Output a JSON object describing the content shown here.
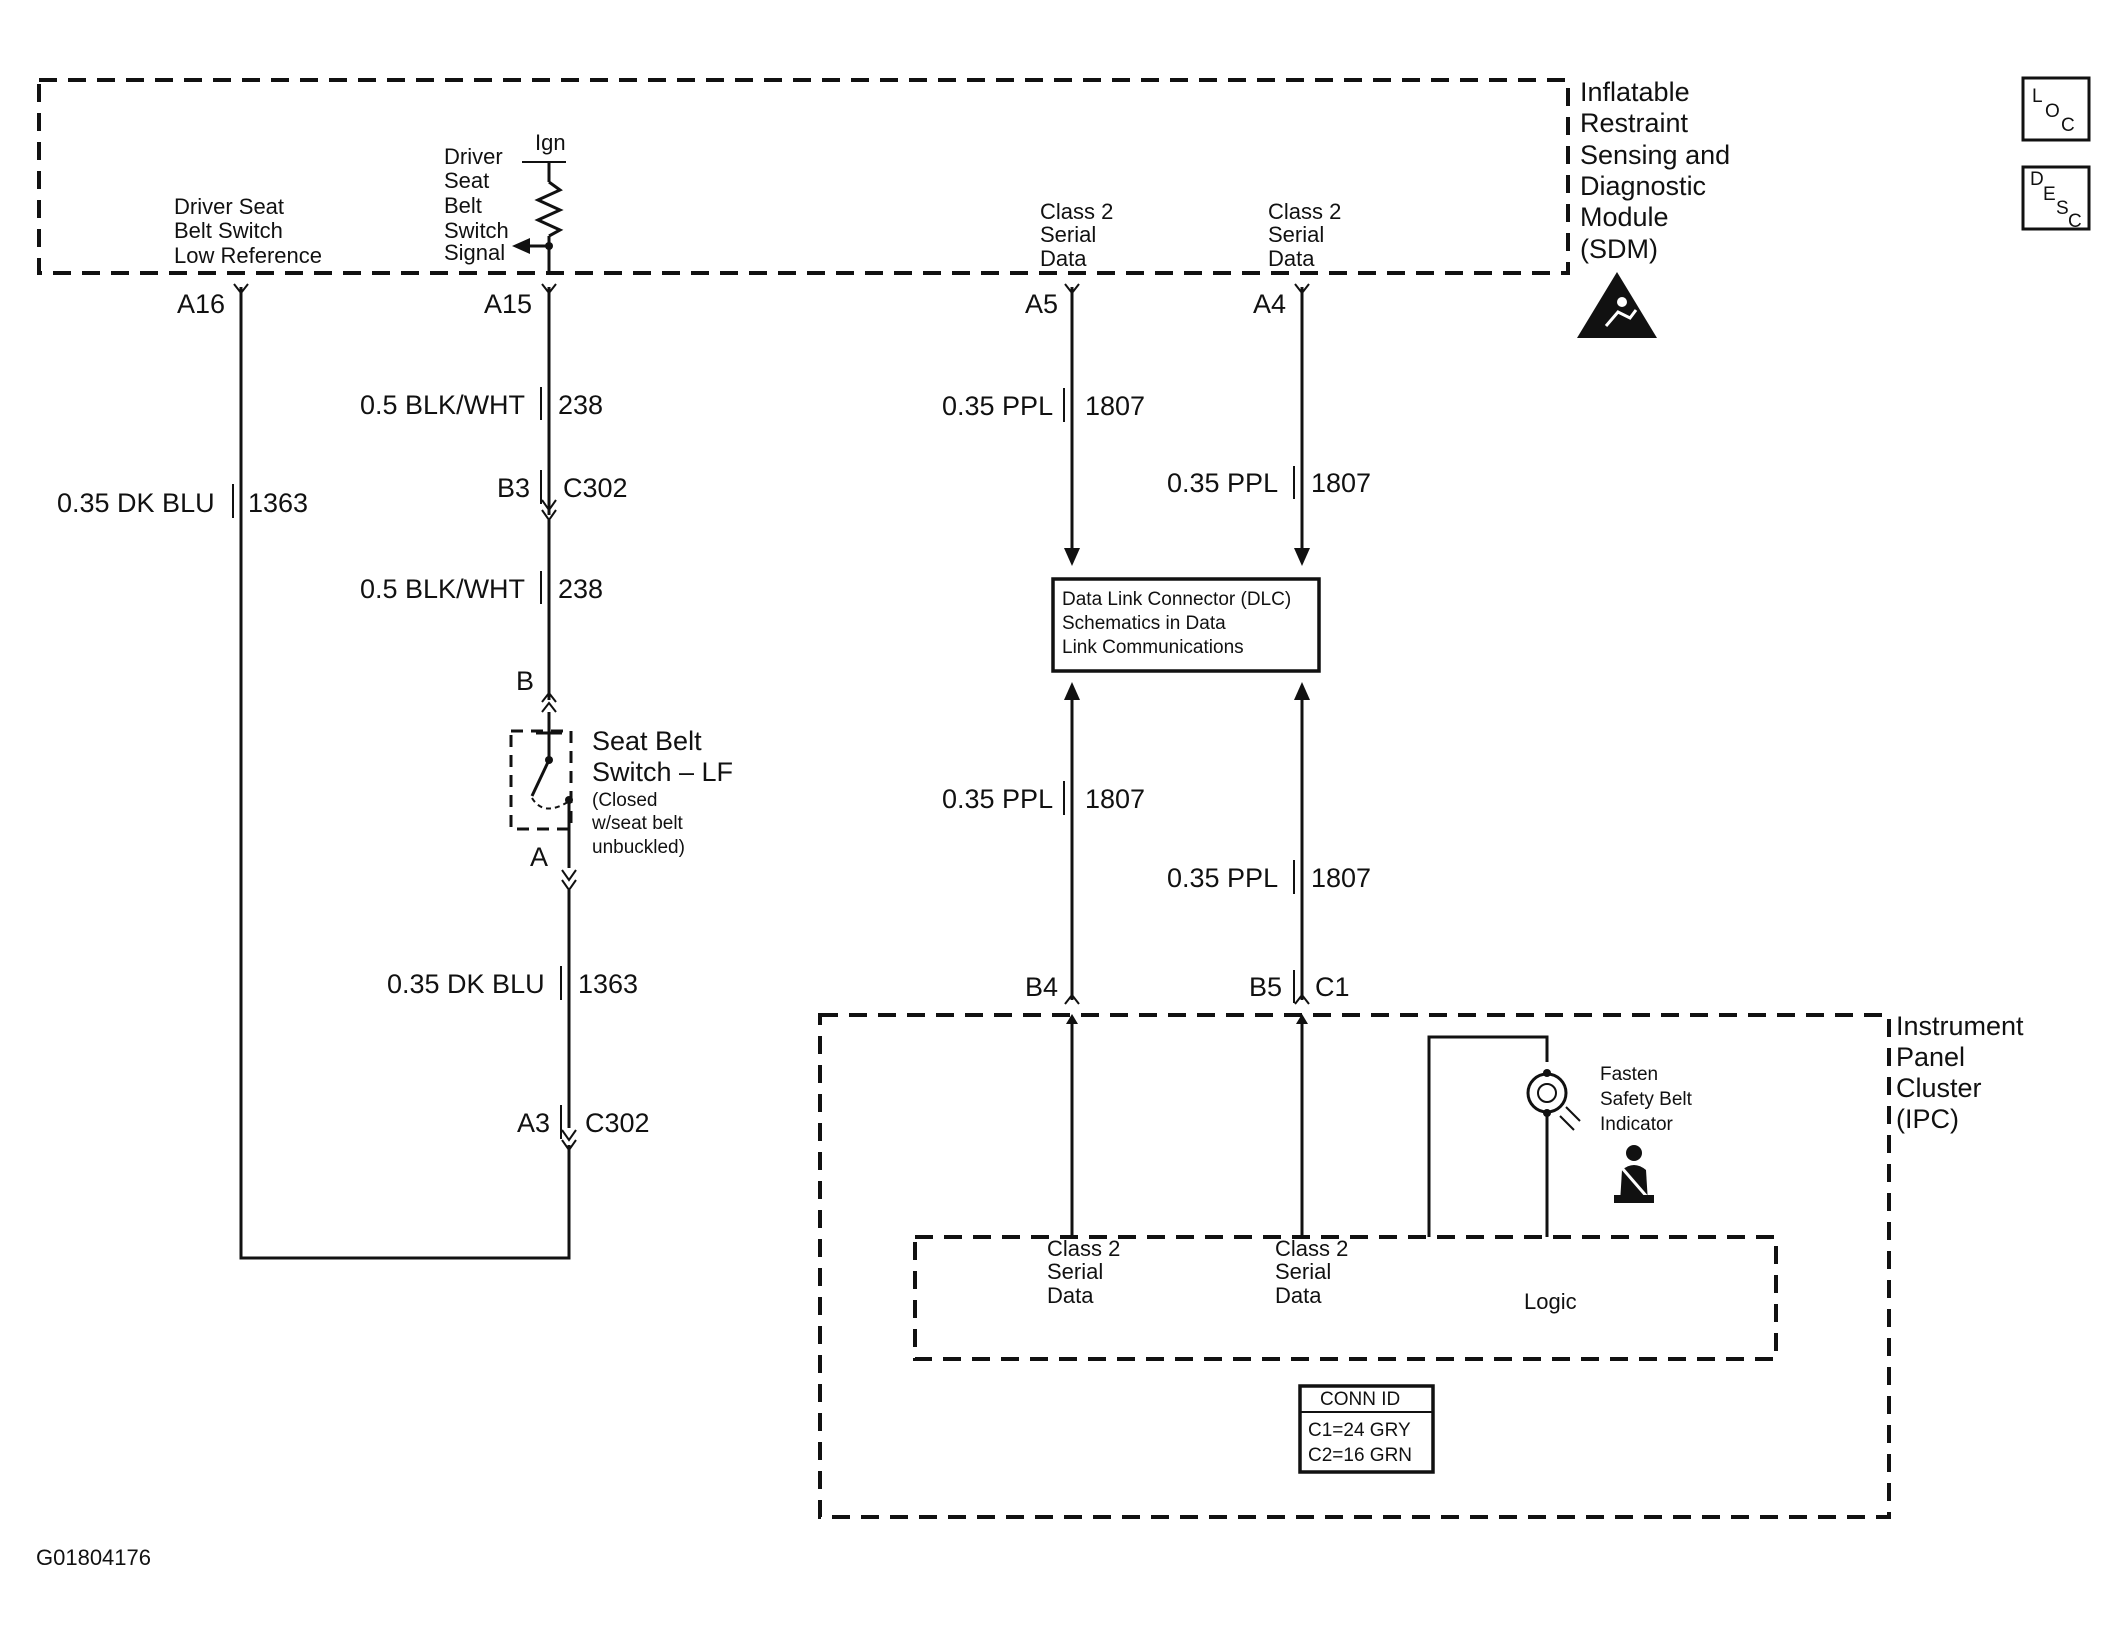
{
  "sdm": {
    "title_lines": [
      "Inflatable",
      "Restraint",
      "Sensing and",
      "Diagnostic",
      "Module",
      "(SDM)"
    ],
    "pin_low_ref": [
      "Driver Seat",
      "Belt Switch",
      "Low Reference"
    ],
    "pin_signal": [
      "Driver",
      "Seat",
      "Belt",
      "Switch",
      "Signal"
    ],
    "ign": "Ign",
    "pin_a5": [
      "Class 2",
      "Serial",
      "Data"
    ],
    "pin_a4": [
      "Class 2",
      "Serial",
      "Data"
    ]
  },
  "symbols": {
    "loc": [
      "L",
      "O",
      "C"
    ],
    "desc": [
      "D",
      "E",
      "S",
      "C"
    ]
  },
  "terminals": {
    "a16": "A16",
    "a15": "A15",
    "a5": "A5",
    "a4": "A4",
    "b3": "B3",
    "c302_top": "C302",
    "b": "B",
    "a": "A",
    "a3": "A3",
    "c302_bottom": "C302",
    "b4": "B4",
    "b5": "B5",
    "c1": "C1"
  },
  "wires": {
    "w_a16_color": "0.35 DK BLU",
    "w_a16_circuit": "1363",
    "w_a15_color": "0.5 BLK/WHT",
    "w_a15_circuit": "238",
    "w_b3_color": "0.5 BLK/WHT",
    "w_b3_circuit": "238",
    "w_a5_color": "0.35 PPL",
    "w_a5_circuit": "1807",
    "w_a4_color": "0.35 PPL",
    "w_a4_circuit": "1807",
    "w_b4_color": "0.35 PPL",
    "w_b4_circuit": "1807",
    "w_b5_color": "0.35 PPL",
    "w_b5_circuit": "1807",
    "w_a_color": "0.35 DK BLU",
    "w_a_circuit": "1363"
  },
  "switch": {
    "title_lines": [
      "Seat Belt",
      "Switch – LF"
    ],
    "note_lines": [
      "(Closed",
      "w/seat belt",
      "unbuckled)"
    ]
  },
  "dlc": {
    "lines": [
      "Data Link Connector (DLC)",
      "Schematics in Data",
      "Link Communications"
    ]
  },
  "ipc": {
    "title_lines": [
      "Instrument",
      "Panel",
      "Cluster",
      "(IPC)"
    ],
    "indicator_lines": [
      "Fasten",
      "Safety Belt",
      "Indicator"
    ],
    "pin_b4": [
      "Class 2",
      "Serial",
      "Data"
    ],
    "pin_b5": [
      "Class 2",
      "Serial",
      "Data"
    ],
    "logic": "Logic"
  },
  "conn_id": {
    "header": "CONN ID",
    "rows": [
      "C1=24 GRY",
      "C2=16 GRN"
    ]
  },
  "figure_id": "G01804176"
}
